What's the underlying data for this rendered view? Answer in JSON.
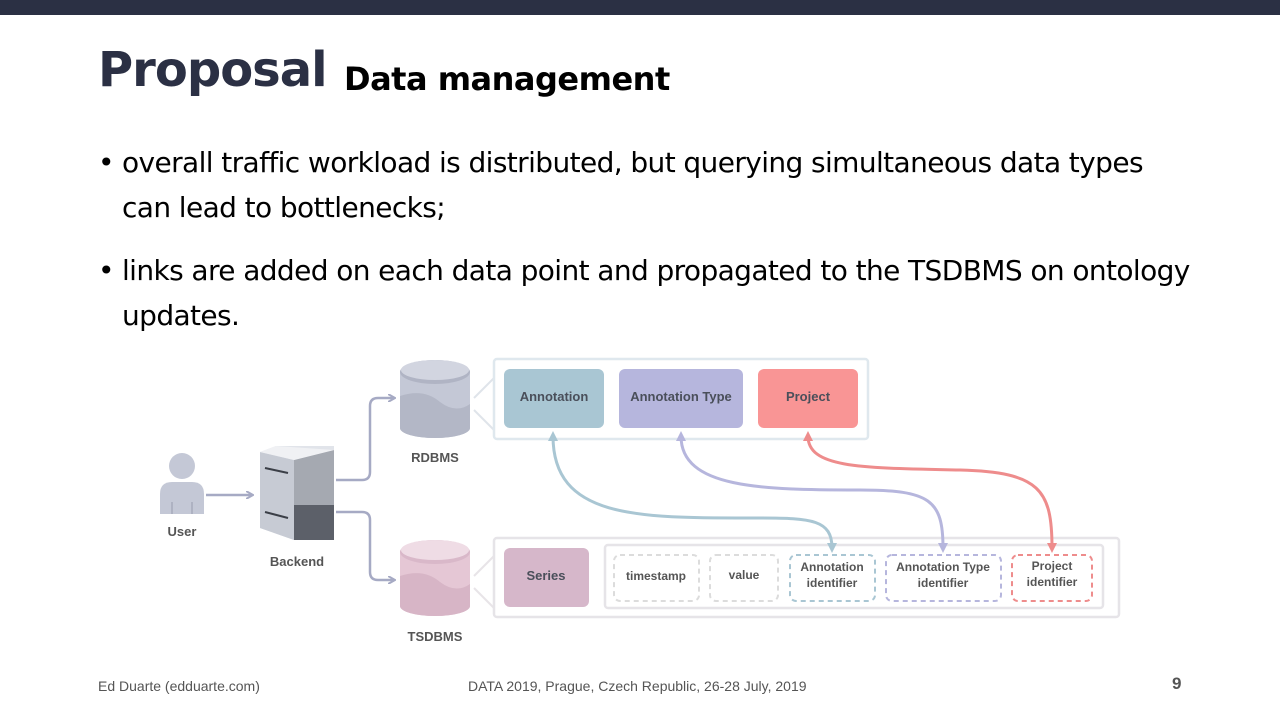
{
  "title": "Proposal",
  "subtitle": "Data management",
  "bullets": [
    "overall traffic workload is distributed, but querying simultaneous data types can lead to bottlenecks;",
    "links are added on each data point and propagated to the TSDBMS on ontology updates."
  ],
  "bullet_marker": "•",
  "diagram": {
    "user_label": "User",
    "backend_label": "Backend",
    "rdbms_label": "RDBMS",
    "tsdbms_label": "TSDBMS",
    "rdbms_tables": [
      "Annotation",
      "Annotation Type",
      "Project"
    ],
    "series_label": "Series",
    "fields": {
      "timestamp": "timestamp",
      "value": "value",
      "annotation_id": [
        "Annotation",
        "identifier"
      ],
      "annotation_type_id": [
        "Annotation Type",
        "identifier"
      ],
      "project_id": [
        "Project",
        "identifier"
      ]
    },
    "colors": {
      "annotation": "#a9c6d3",
      "annotation_type": "#b6b6dd",
      "project": "#f99595",
      "series": "#d6b7ca",
      "rdbms_db": "#c4c8d6",
      "tsdbms_db": "#e5c7d5",
      "arrow": "#a6aac4"
    }
  },
  "footer": {
    "author": "Ed Duarte (edduarte.com)",
    "event": "DATA 2019, Prague, Czech Republic, 26-28 July, 2019",
    "page": "9"
  }
}
